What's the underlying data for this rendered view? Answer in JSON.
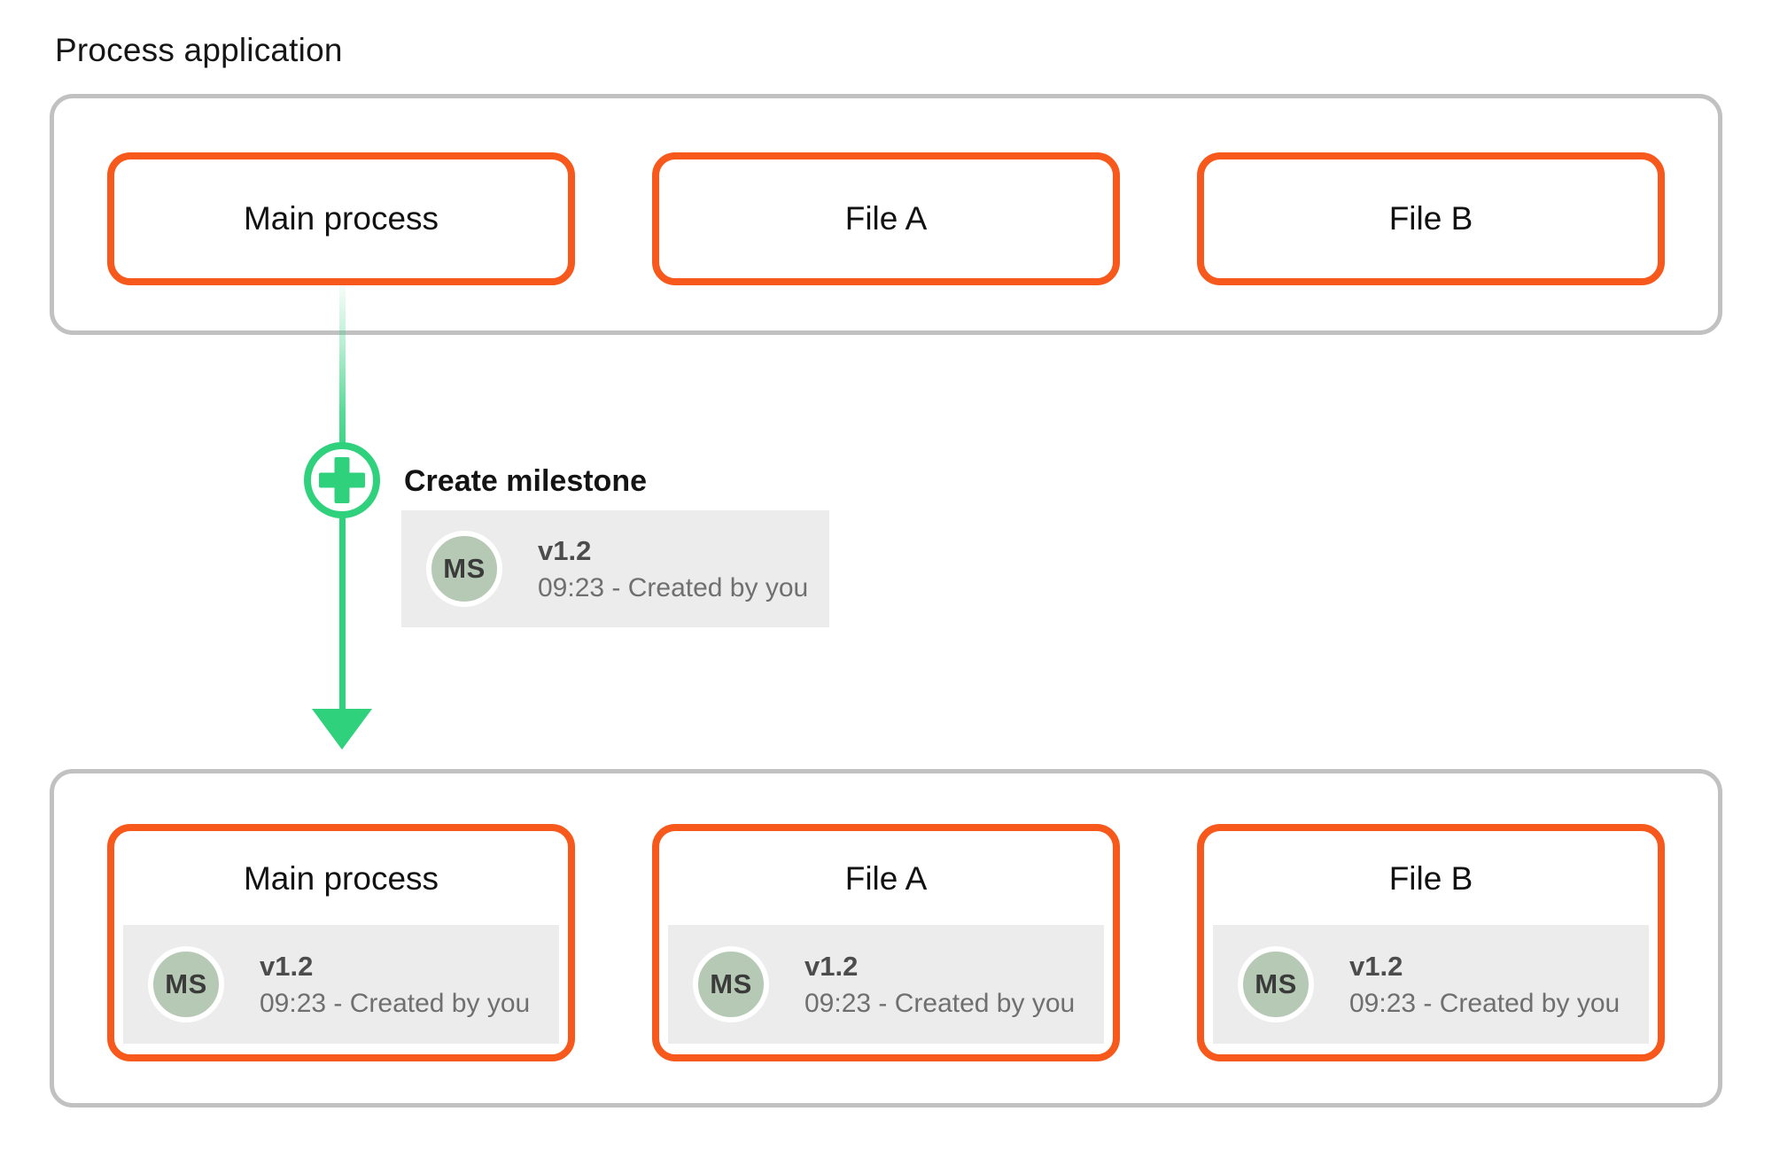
{
  "title": "Process application",
  "colors": {
    "accent_orange": "#f7581b",
    "accent_green": "#2fd17c",
    "container_border": "#c1c1c1",
    "card_background": "#ececec",
    "avatar_background": "#b6c9b4"
  },
  "icons": {
    "plus_icon": "plus",
    "arrow_down_icon": "arrow-down"
  },
  "top_container": {
    "boxes": [
      {
        "label": "Main process"
      },
      {
        "label": "File A"
      },
      {
        "label": "File B"
      }
    ]
  },
  "flow": {
    "action_label": "Create milestone",
    "milestone": {
      "avatar_initials": "MS",
      "version": "v1.2",
      "meta": "09:23 - Created by you"
    }
  },
  "bottom_container": {
    "boxes": [
      {
        "label": "Main process",
        "milestone": {
          "avatar_initials": "MS",
          "version": "v1.2",
          "meta": "09:23 - Created by you"
        }
      },
      {
        "label": "File A",
        "milestone": {
          "avatar_initials": "MS",
          "version": "v1.2",
          "meta": "09:23 - Created by you"
        }
      },
      {
        "label": "File B",
        "milestone": {
          "avatar_initials": "MS",
          "version": "v1.2",
          "meta": "09:23 - Created by you"
        }
      }
    ]
  }
}
